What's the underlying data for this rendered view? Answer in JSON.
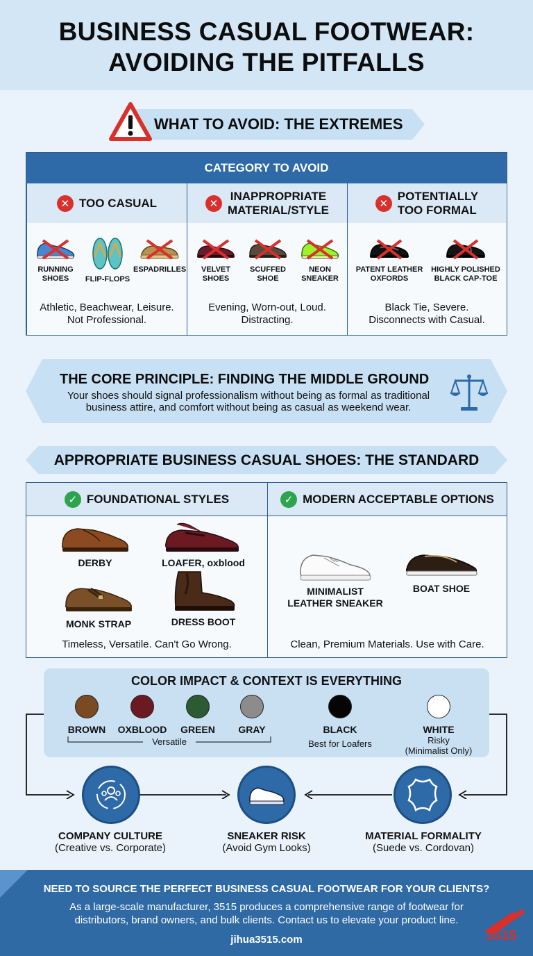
{
  "title": {
    "line1": "BUSINESS CASUAL FOOTWEAR:",
    "line2": "AVOIDING THE PITFALLS"
  },
  "avoid_section": {
    "heading": "WHAT TO AVOID: THE EXTREMES",
    "table_header": "CATEGORY TO AVOID",
    "columns": [
      {
        "title": "TOO CASUAL",
        "items": [
          "RUNNING\nSHOES",
          "FLIP-FLOPS",
          "ESPADRILLES"
        ],
        "description": "Athletic, Beachwear, Leisure.\nNot Professional."
      },
      {
        "title": "INAPPROPRIATE\nMATERIAL/STYLE",
        "items": [
          "VELVET\nSHOES",
          "SCUFFED\nSHOE",
          "NEON\nSNEAKER"
        ],
        "description": "Evening, Worn-out, Loud.\nDistracting."
      },
      {
        "title": "POTENTIALLY\nTOO FORMAL",
        "items": [
          "PATENT LEATHER\nOXFORDS",
          "HIGHLY POLISHED\nBLACK CAP-TOE"
        ],
        "description": "Black Tie, Severe.\nDisconnects with Casual."
      }
    ]
  },
  "principle": {
    "heading": "THE CORE PRINCIPLE: FINDING THE MIDDLE GROUND",
    "text_line1": "Your shoes should signal professionalism without being as formal as traditional",
    "text_line2": "business attire, and comfort without being as casual as weekend wear.",
    "icon": "scales-icon"
  },
  "standard_section": {
    "heading": "APPROPRIATE BUSINESS CASUAL SHOES: THE STANDARD",
    "foundational": {
      "title": "FOUNDATIONAL STYLES",
      "items": [
        "DERBY",
        "LOAFER, oxblood",
        "MONK STRAP",
        "DRESS BOOT"
      ],
      "description": "Timeless, Versatile. Can't Go Wrong."
    },
    "modern": {
      "title": "MODERN ACCEPTABLE OPTIONS",
      "items": [
        "MINIMALIST\nLEATHER SNEAKER",
        "BOAT SHOE"
      ],
      "description": "Clean, Premium Materials. Use with Care."
    }
  },
  "color_section": {
    "heading": "COLOR IMPACT & CONTEXT IS EVERYTHING",
    "swatches": [
      {
        "name": "BROWN",
        "color": "#7a4a22"
      },
      {
        "name": "OXBLOOD",
        "color": "#6b1a22"
      },
      {
        "name": "GREEN",
        "color": "#2b5a33"
      },
      {
        "name": "GRAY",
        "color": "#8c8c8c"
      },
      {
        "name": "BLACK",
        "color": "#050505",
        "note": "Best for Loafers"
      },
      {
        "name": "WHITE",
        "color": "#ffffff",
        "note": "Risky\n(Minimalist Only)"
      }
    ],
    "group_label": "Versatile"
  },
  "context": [
    {
      "title": "COMPANY CULTURE",
      "subtitle": "(Creative vs. Corporate)",
      "icon": "people-cycle-icon"
    },
    {
      "title": "SNEAKER RISK",
      "subtitle": "(Avoid Gym Looks)",
      "icon": "sneaker-icon"
    },
    {
      "title": "MATERIAL FORMALITY",
      "subtitle": "(Suede vs. Cordovan)",
      "icon": "leather-hide-icon"
    }
  ],
  "footer": {
    "heading": "NEED TO SOURCE THE PERFECT BUSINESS CASUAL FOOTWEAR FOR YOUR CLIENTS?",
    "text_line1": "As a large-scale manufacturer, 3515 produces a comprehensive range of footwear for",
    "text_line2": "distributors, brand owners, and bulk clients. Contact us to elevate your product line.",
    "url": "jihua3515.com",
    "logo_text": "3515"
  },
  "colors": {
    "accent": "#2e6aa8",
    "danger": "#d9302c",
    "success": "#2fa44f",
    "band": "#c8e0f4"
  }
}
